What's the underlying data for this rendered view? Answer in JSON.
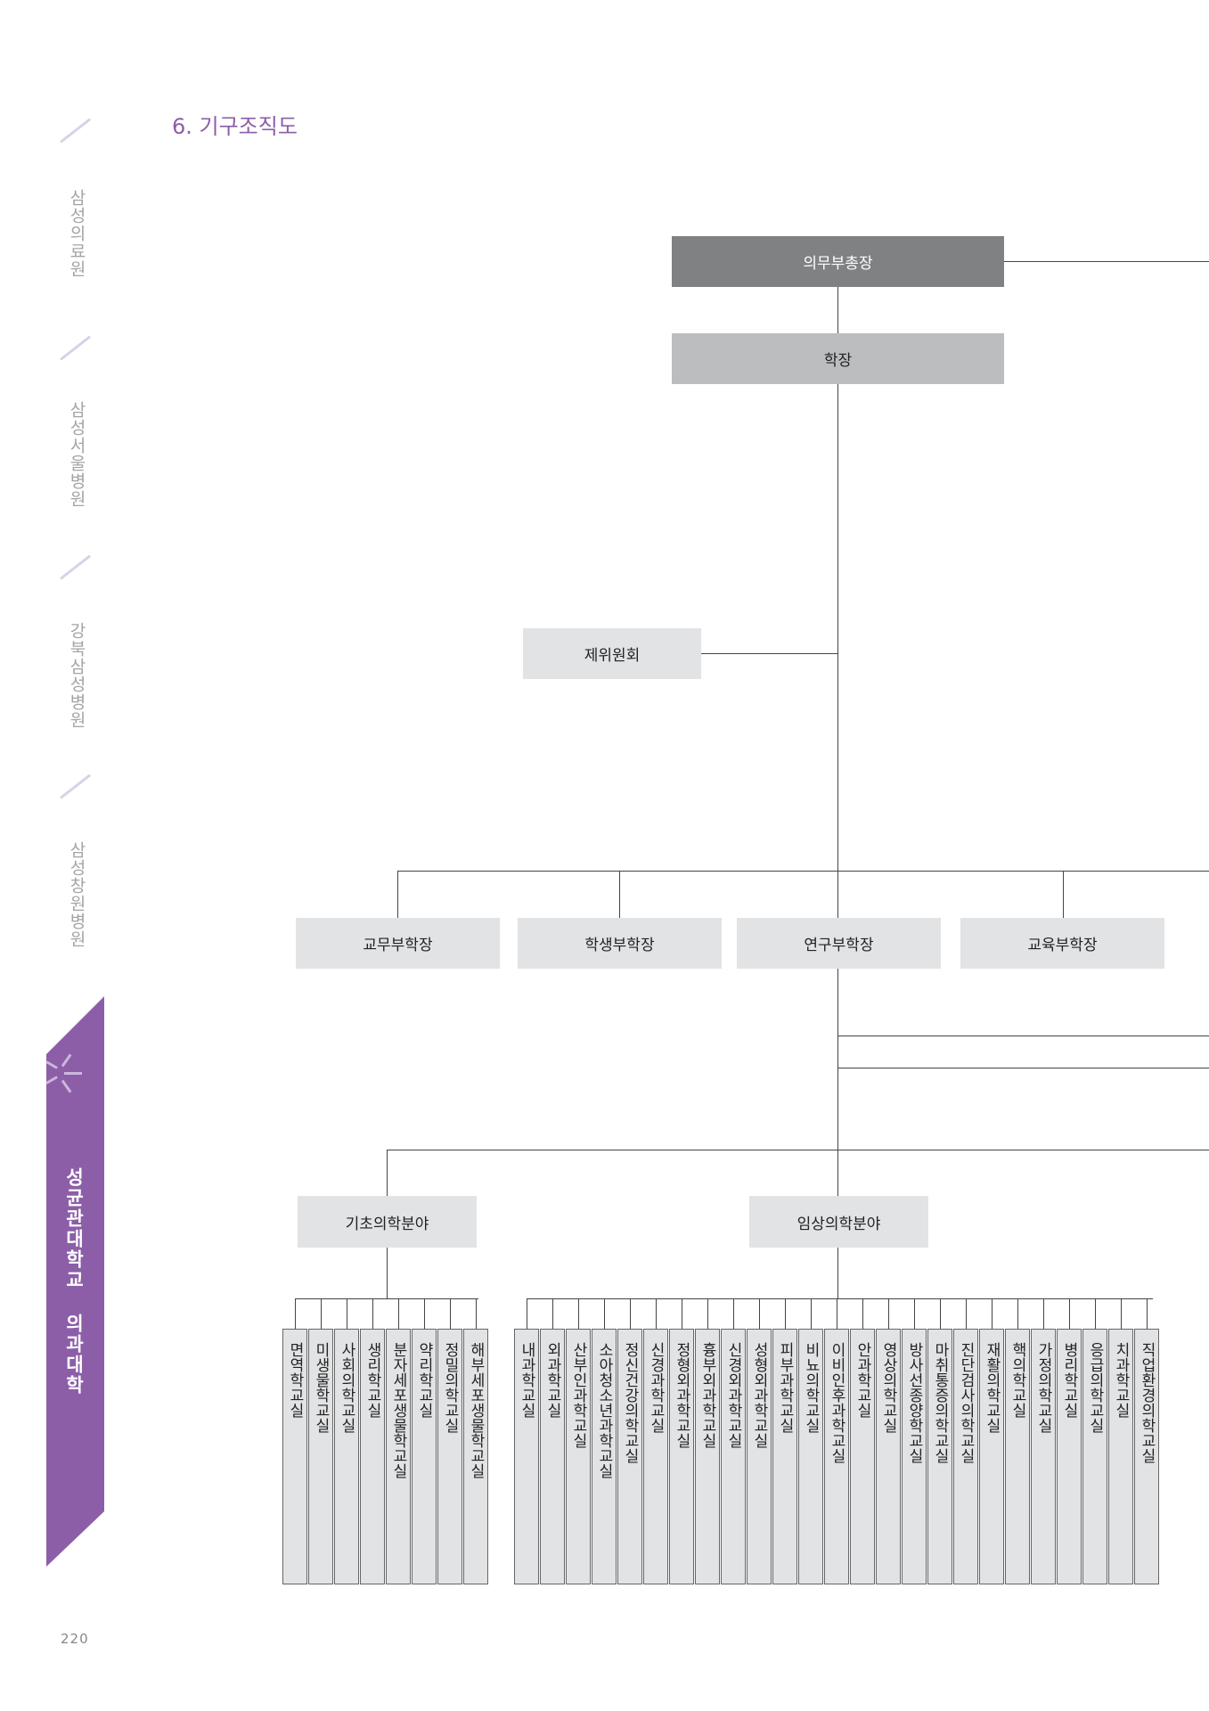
{
  "sidebar": {
    "items": [
      {
        "label": "삼성의료원",
        "active": false
      },
      {
        "label": "삼성서울병원",
        "active": false
      },
      {
        "label": "강북삼성병원",
        "active": false
      },
      {
        "label": "삼성창원병원",
        "active": false
      },
      {
        "label": "성균관대학교 의과대학",
        "active": true
      }
    ],
    "accent_color": "#8c5ea8"
  },
  "page": {
    "section_title": "6. 기구조직도",
    "page_number": "220"
  },
  "org": {
    "top": "의무부총장",
    "president": "학장",
    "committees": "제위원회",
    "vice_deans": [
      "교무부학장",
      "학생부학장",
      "연구부학장",
      "교육부학장"
    ],
    "divisions": {
      "basic": "기초의학분야",
      "clinical": "임상의학분야"
    },
    "basic_departments": [
      "면역학교실",
      "미생물학교실",
      "사회의학교실",
      "생리학교실",
      "분자세포생물학교실",
      "약리학교실",
      "정밀의학교실",
      "해부세포생물학교실"
    ],
    "clinical_departments": [
      "내과학교실",
      "외과학교실",
      "산부인과학교실",
      "소아청소년과학교실",
      "정신건강의학교실",
      "신경과학교실",
      "정형외과학교실",
      "흉부외과학교실",
      "신경외과학교실",
      "성형외과학교실",
      "피부과학교실",
      "비뇨의학교실",
      "이비인후과학교실",
      "안과학교실",
      "영상의학교실",
      "방사선종양학교실",
      "마취통증의학교실",
      "진단검사의학교실",
      "재활의학교실",
      "핵의학교실",
      "가정의학교실",
      "병리학교실",
      "응급의학교실",
      "치과학교실",
      "직업환경의학교실"
    ]
  }
}
